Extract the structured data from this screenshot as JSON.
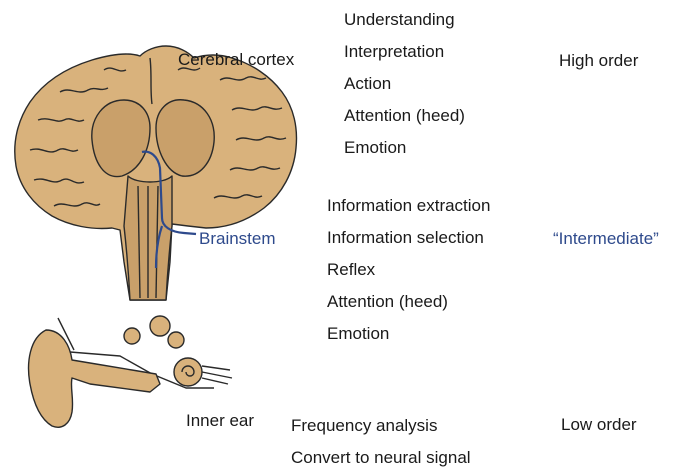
{
  "labels": {
    "cortex": "Cerebral cortex",
    "brainstem": "Brainstem",
    "inner_ear": "Inner ear"
  },
  "cortex_functions": [
    "Understanding",
    "Interpretation",
    "Action",
    "Attention (heed)",
    "Emotion"
  ],
  "brainstem_functions": [
    "Information extraction",
    "Information selection",
    "Reflex",
    "Attention (heed)",
    "Emotion"
  ],
  "ear_functions": [
    "Frequency analysis",
    "Convert to neural signal"
  ],
  "orders": {
    "high": "High order",
    "intermediate": "“Intermediate”",
    "low": "Low order"
  },
  "colors": {
    "tissue": "#d9b27c",
    "outline": "#2a2a2a",
    "accent": "#2e4a8c"
  }
}
